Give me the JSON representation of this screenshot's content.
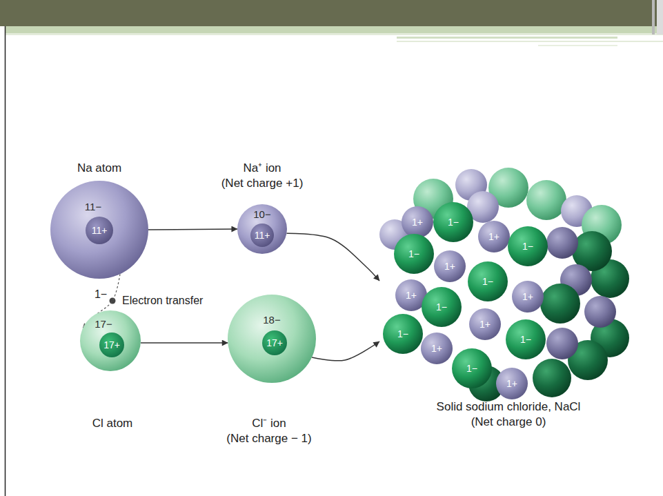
{
  "diagram": {
    "nodes": [
      {
        "text": [
          "Na atom",
          "11−"
        ]
      },
      {
        "text": [
          "11+"
        ],
        "in": 0
      },
      {
        "text": [
          "Na⁺ ion",
          "(Net charge +1)",
          "10−"
        ]
      },
      {
        "text": [
          "11+"
        ],
        "in": 2
      },
      {
        "text": [
          "Cl atom",
          "17−"
        ]
      },
      {
        "text": [
          "17+"
        ],
        "in": 4
      },
      {
        "text": [
          "Cl⁻ ion",
          "(Net charge − 1)",
          "18−"
        ]
      },
      {
        "text": [
          "17+"
        ],
        "in": 6
      },
      {
        "text": [
          "Solid sodium chloride, NaCl",
          "(Net charge 0)"
        ]
      },
      {
        "text": [
          "1+"
        ],
        "in": 8
      },
      {
        "text": [
          "1−"
        ],
        "in": 8
      },
      {
        "text": [
          "1+"
        ],
        "in": 8
      },
      {
        "text": [
          "1−"
        ],
        "in": 8
      },
      {
        "text": [
          "1−"
        ],
        "in": 8
      },
      {
        "text": [
          "1+"
        ],
        "in": 8
      },
      {
        "text": [
          "1−"
        ],
        "in": 8
      },
      {
        "text": [
          "1+"
        ],
        "in": 8
      },
      {
        "text": [
          "1+"
        ],
        "in": 8
      },
      {
        "text": [
          "1−"
        ],
        "in": 8
      },
      {
        "text": [
          "1+"
        ],
        "in": 8
      },
      {
        "text": [
          "1−"
        ],
        "in": 8
      },
      {
        "text": [
          "1−"
        ],
        "in": 8
      },
      {
        "text": [
          "1+"
        ],
        "in": 8
      },
      {
        "text": [
          "1−"
        ],
        "in": 8
      },
      {
        "text": [
          "1+"
        ],
        "in": 8
      }
    ],
    "edges": [
      {
        "from": 0,
        "to": 2,
        "arrow": "to"
      },
      {
        "from": 2,
        "to": 8,
        "arrow": "to"
      },
      {
        "from": 0,
        "to": 4,
        "arrow": "to",
        "label": "Electron transfer"
      },
      {
        "from": 4,
        "to": 6,
        "arrow": "to"
      },
      {
        "from": 6,
        "to": 8,
        "arrow": "to"
      }
    ],
    "labels": [
      "1−"
    ]
  }
}
